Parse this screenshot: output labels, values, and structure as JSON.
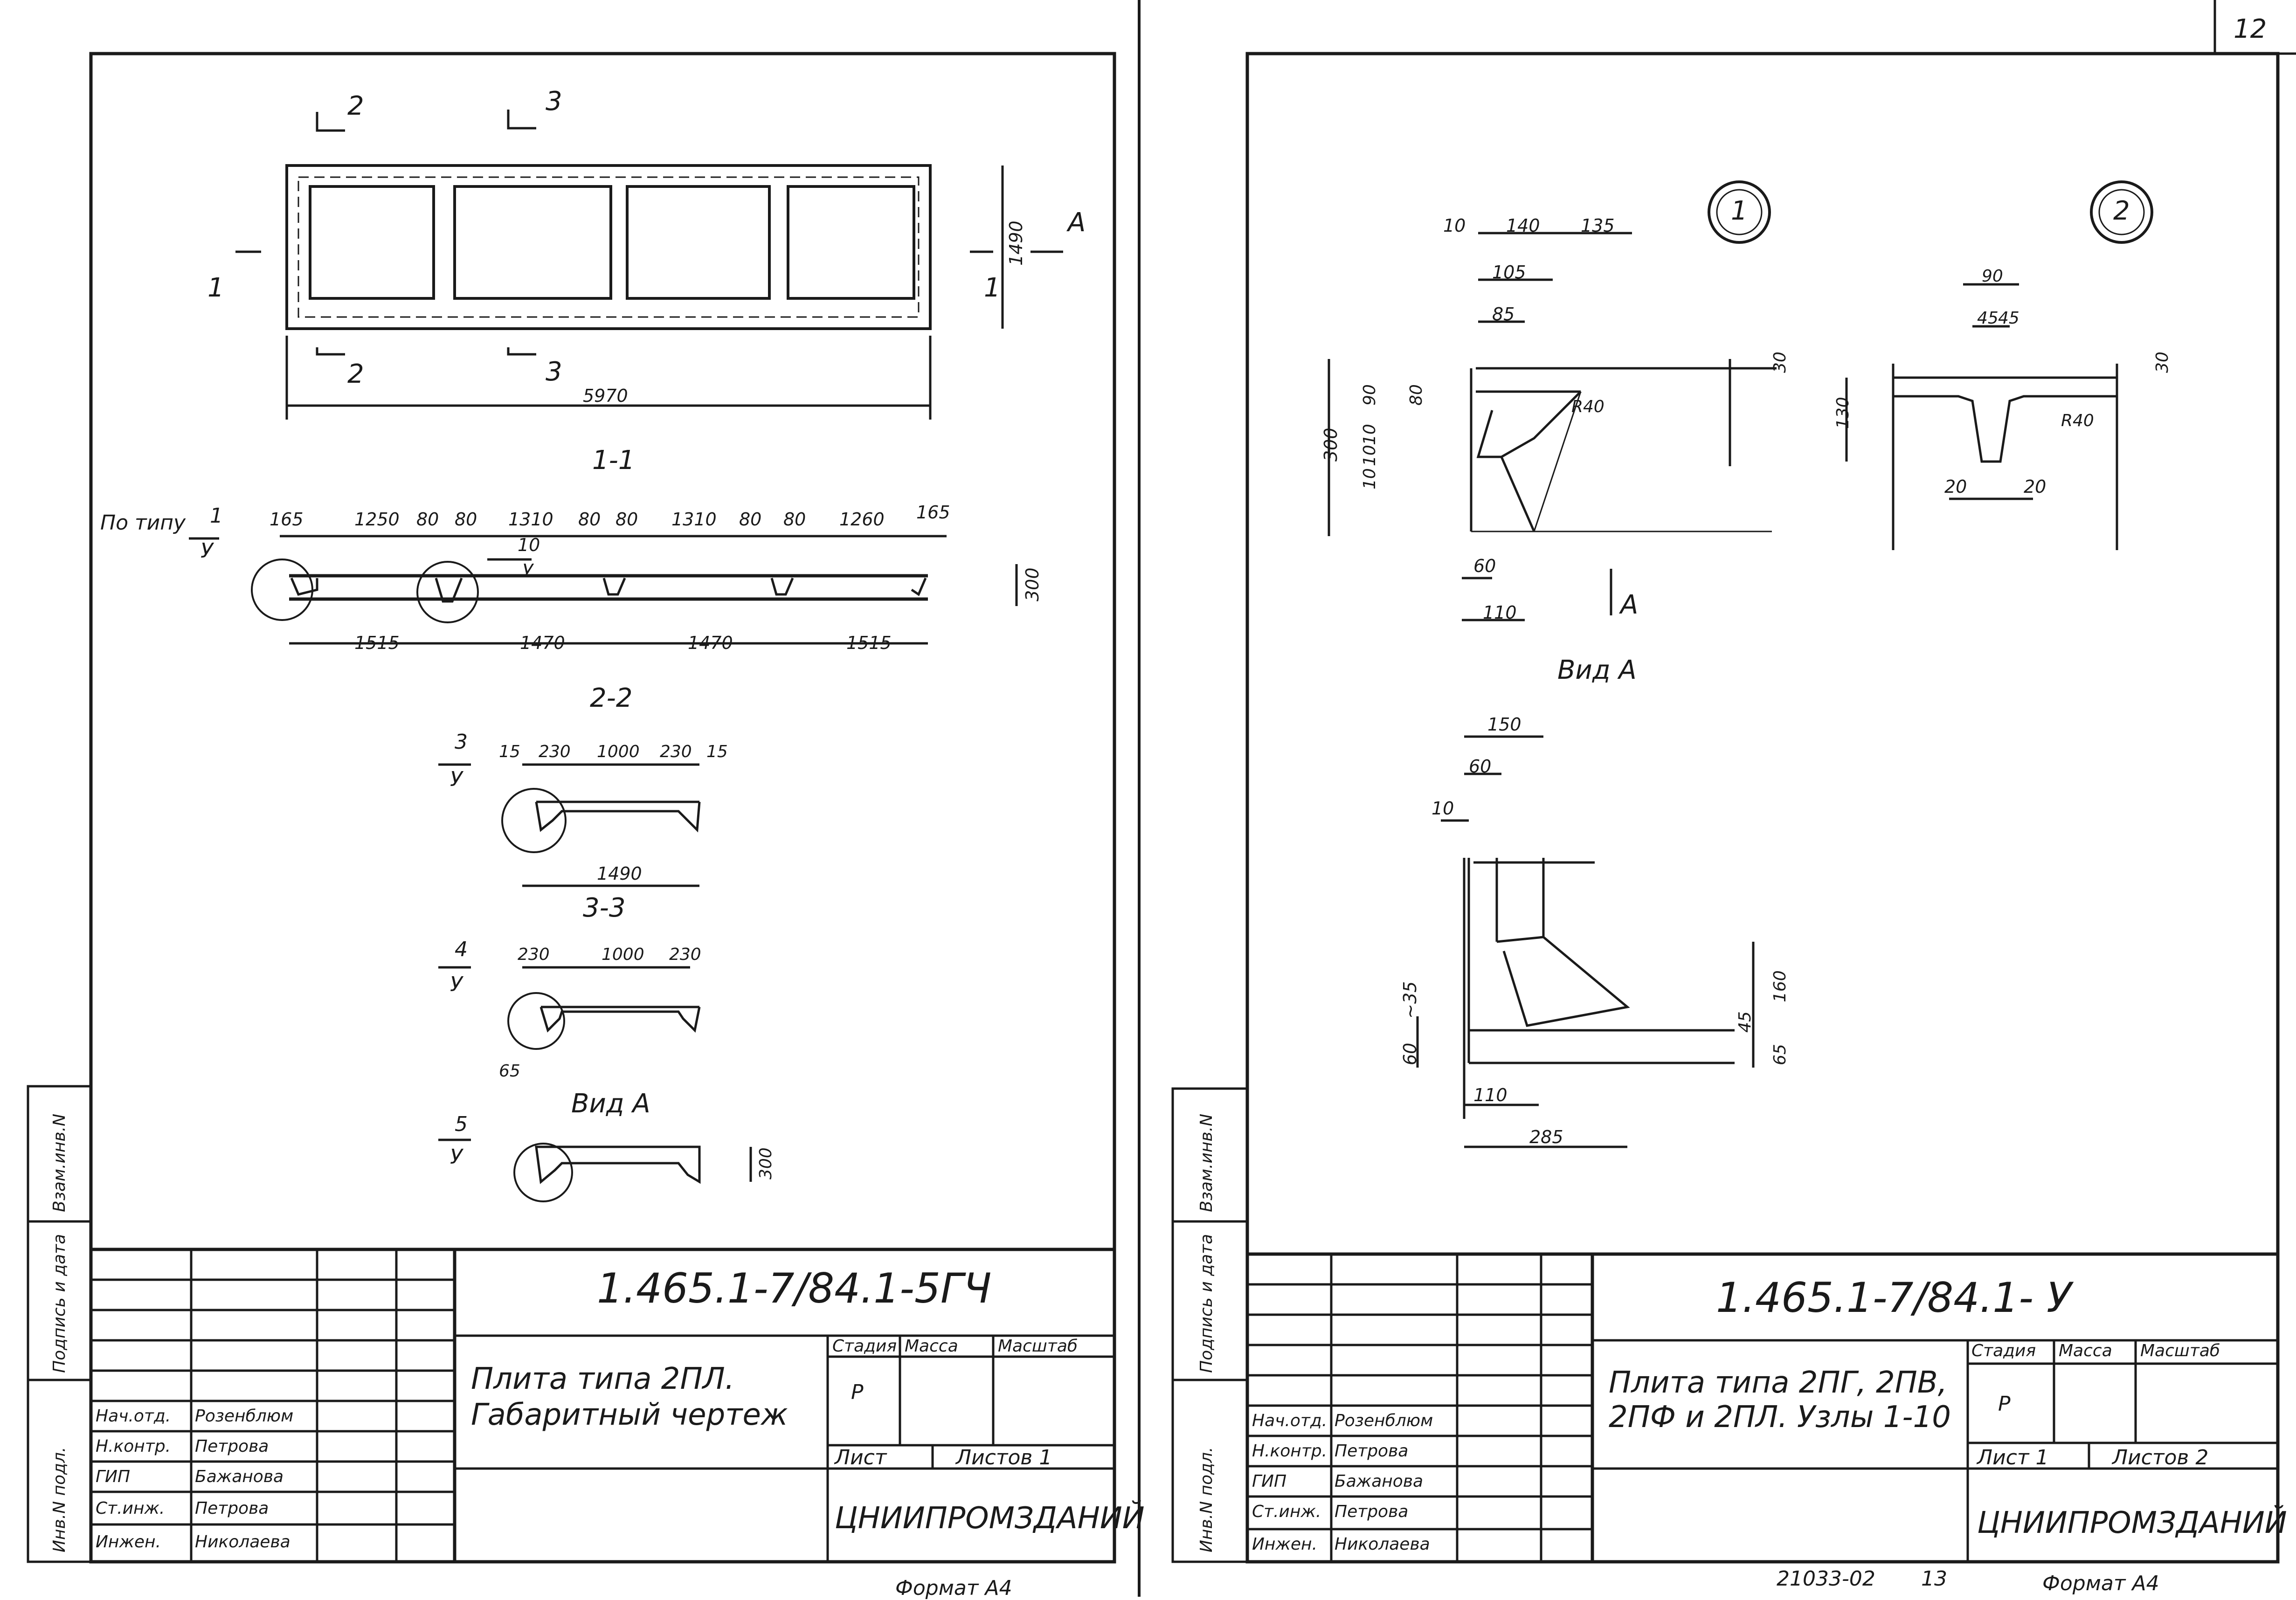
{
  "left_sheet": {
    "plan": {
      "section_2": "2",
      "section_3": "3",
      "section_1": "1",
      "view_a": "А",
      "width": "5970",
      "height": "1490"
    },
    "section_1_1": {
      "title": "1-1",
      "ref": {
        "label": "По типу",
        "num": "1",
        "den": "У"
      },
      "ref10": {
        "num": "10",
        "den": "У"
      },
      "top_dims": [
        "165",
        "1250",
        "80",
        "80",
        "1310",
        "80",
        "80",
        "1310",
        "80",
        "80",
        "1260",
        "165"
      ],
      "bottom_dims": [
        "1515",
        "1470",
        "1470",
        "1515"
      ],
      "height": "300"
    },
    "section_2_2": {
      "title": "2-2",
      "ref": {
        "num": "3",
        "den": "У"
      },
      "top_dims": [
        "15",
        "230",
        "1000",
        "230",
        "15"
      ],
      "bottom": "1490"
    },
    "section_3_3": {
      "title": "3-3",
      "ref": {
        "num": "4",
        "den": "У"
      },
      "top_dims": [
        "230",
        "1000",
        "230"
      ],
      "bottom": "65"
    },
    "view_a": {
      "title": "Вид А",
      "ref": {
        "num": "5",
        "den": "У"
      },
      "height": "300"
    },
    "side_labels": [
      "Взам.инв.N",
      "Подпись и дата",
      "Инв.N подл."
    ],
    "title_block": {
      "code": "1.465.1-7/84.1-5ГЧ",
      "name": "Плита типа 2ПЛ. Габаритный чертеж",
      "headers": [
        "Стадия",
        "Масса",
        "Масштаб"
      ],
      "stage": "Р",
      "sheet": "Лист",
      "sheets": "Листов 1",
      "org": "ЦНИИПРОМЗДАНИЙ",
      "roles": [
        "Нач.отд.",
        "Н.контр.",
        "ГИП",
        "Ст.инж.",
        "Инжен."
      ],
      "names": [
        "Розенблюм",
        "Петрова",
        "Бажанова",
        "Петрова",
        "Николаева"
      ]
    },
    "format": "Формат А4"
  },
  "right_sheet": {
    "page_no": "12",
    "node1": {
      "circle": "1",
      "top_dims": [
        "10",
        "140",
        "135",
        "105",
        "85"
      ],
      "left_dims": [
        "300",
        "90",
        "10",
        "10",
        "10",
        "80"
      ],
      "right_dim": "30",
      "bottom_dims": [
        "60",
        "110"
      ],
      "radius": "R40",
      "view": "А"
    },
    "node2": {
      "circle": "2",
      "top_dims": [
        "90",
        "45",
        "45"
      ],
      "left_dim": "130",
      "right_dim": "30",
      "bottom_dims": [
        "20",
        "20"
      ],
      "radius": "R40"
    },
    "view_a": {
      "title": "Вид А",
      "dims": [
        "150",
        "60",
        "10",
        "~35",
        "60",
        "110",
        "285",
        "45",
        "160",
        "65"
      ]
    },
    "side_labels": [
      "Взам.инв.N",
      "Подпись и дата",
      "Инв.N подл."
    ],
    "title_block": {
      "code": "1.465.1-7/84.1- У",
      "name": "Плита типа 2ПГ, 2ПВ, 2ПФ и 2ПЛ. Узлы 1-10",
      "headers": [
        "Стадия",
        "Масса",
        "Масштаб"
      ],
      "stage": "Р",
      "sheet": "Лист 1",
      "sheets": "Листов 2",
      "org": "ЦНИИПРОМЗДАНИЙ",
      "roles": [
        "Нач.отд.",
        "Н.контр.",
        "ГИП",
        "Ст.инж.",
        "Инжен."
      ],
      "names": [
        "Розенблюм",
        "Петрова",
        "Бажанова",
        "Петрова",
        "Николаева"
      ]
    },
    "stamp": "21033-02",
    "stamp_page": "13",
    "format": "Формат А4"
  }
}
